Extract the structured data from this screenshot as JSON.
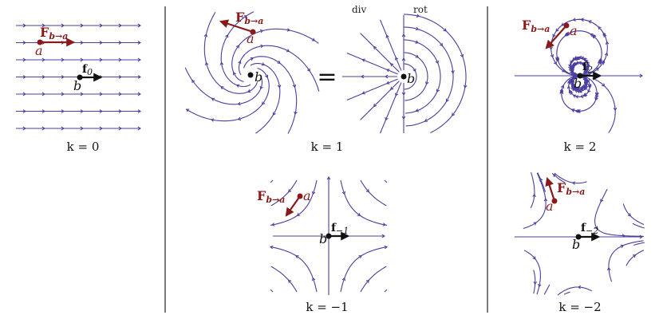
{
  "panels": [
    {
      "id": "k0",
      "caption": "k = 0",
      "force": "F",
      "force_sub": "b→a",
      "field": "f",
      "field_sub": "0",
      "point_a": "a",
      "point_b": "b"
    },
    {
      "id": "k1",
      "caption": "k = 1",
      "force": "F",
      "force_sub": "b→a",
      "point_a": "a",
      "point_b": "b",
      "equals": "=",
      "div_label": "div",
      "rot_label": "rot"
    },
    {
      "id": "km1",
      "caption": "k = −1",
      "force": "F",
      "force_sub": "b→a",
      "field": "f",
      "field_sub": "−1",
      "point_a": "a",
      "point_b": "b"
    },
    {
      "id": "k2",
      "caption": "k = 2",
      "force": "F",
      "force_sub": "b→a",
      "field": "f",
      "field_sub": "2",
      "point_a": "a",
      "point_b": "b"
    },
    {
      "id": "km2",
      "caption": "k = −2",
      "force": "F",
      "force_sub": "b→a",
      "field": "f",
      "field_sub": "−2",
      "point_a": "a",
      "point_b": "b"
    }
  ],
  "colors": {
    "streamline": "#4a3f9e",
    "force_arrow": "#8a1a1a",
    "field_arrow": "#111111",
    "divider": "#222222"
  }
}
